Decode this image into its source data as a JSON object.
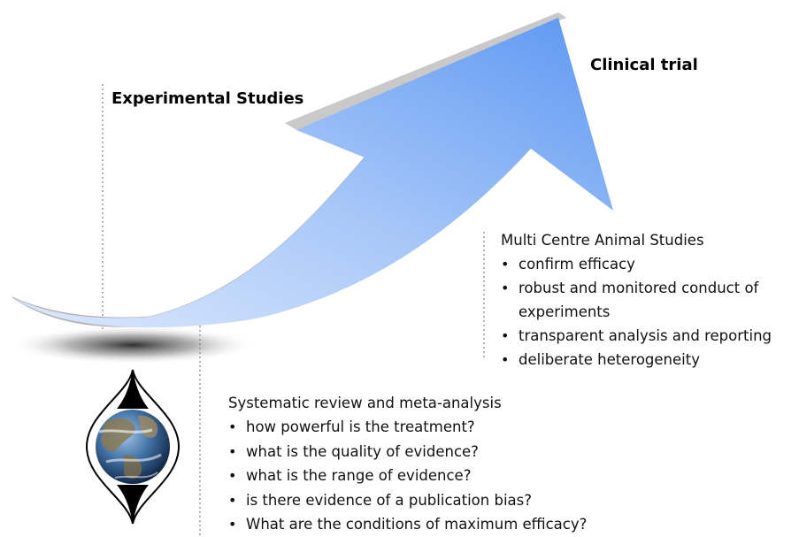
{
  "labels": {
    "experimental": "Experimental Studies",
    "clinical": "Clinical trial"
  },
  "multi_centre": {
    "heading": "Multi Centre Animal Studies",
    "items": [
      {
        "lines": [
          "confirm efficacy"
        ]
      },
      {
        "lines": [
          "robust and monitored conduct of",
          "experiments"
        ]
      },
      {
        "lines": [
          "transparent analysis and reporting"
        ]
      },
      {
        "lines": [
          "deliberate heterogeneity"
        ]
      }
    ]
  },
  "systematic_review": {
    "heading": "Systematic review and meta-analysis",
    "items": [
      "how powerful is the treatment?",
      "what is the quality of evidence?",
      "what is the range of evidence?",
      "is there evidence of a publication bias?",
      "What are the conditions of maximum efficacy?"
    ]
  },
  "bullet_glyph": "•",
  "colors": {
    "arrow_light": "#cfe0fb",
    "arrow_mid": "#9ec0f6",
    "arrow_dark": "#4f8ff0",
    "arrow_edge": "#bdbdbd",
    "divider": "#9a9a9a"
  },
  "icons": [
    "globe-icon",
    "lens-icon"
  ]
}
